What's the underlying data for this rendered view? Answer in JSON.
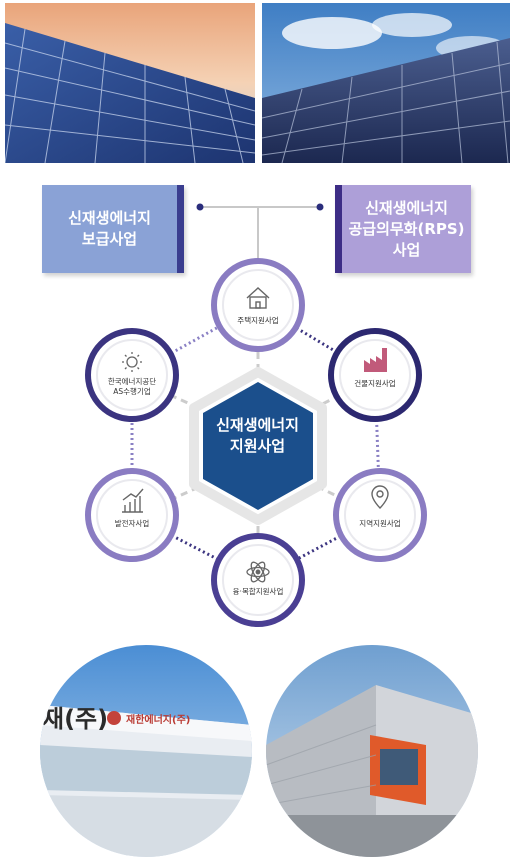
{
  "programs": {
    "left": "신재생에너지\n보급사업",
    "right": "신재생에너지\n공급의무화(RPS)\n사업"
  },
  "center": "신재생에너지\n지원사업",
  "nodes": {
    "house": "주택지원사업",
    "building": "건물지원사업",
    "region": "지역지원사업",
    "convergence": "융·복합지원사업",
    "generator": "발전자사업",
    "as_company": "한국에너지공단\nAS수행기업"
  },
  "signs": {
    "left": "재(주)",
    "left_small": "재한에너지(주)"
  },
  "colors": {
    "navy": "#2a2d7c",
    "purple": "#7d6cb3",
    "center": "#1b4f8c",
    "box_left": "#8aa2d6",
    "box_right": "#ad9fd8"
  }
}
